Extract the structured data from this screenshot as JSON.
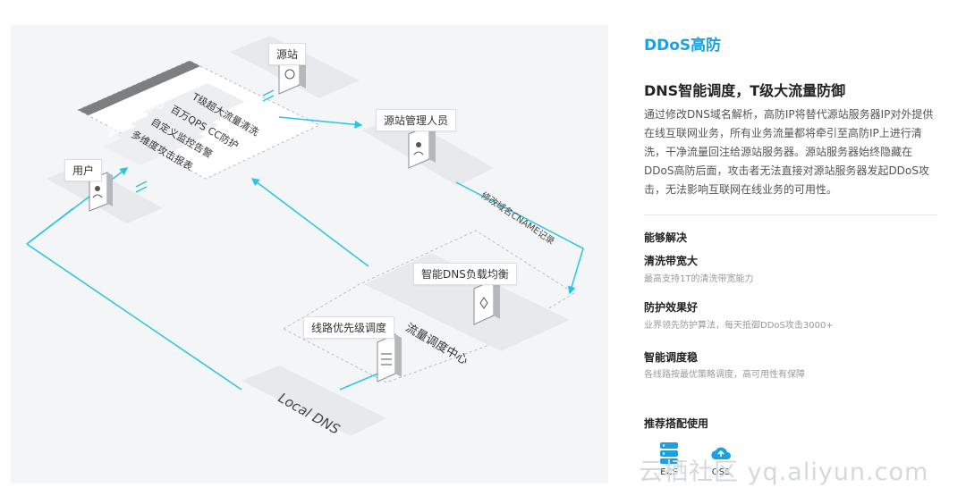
{
  "diagram": {
    "nodes": {
      "source_station": "源站",
      "source_admin": "源站管理人员",
      "user": "用户",
      "smart_dns": "智能DNS负载均衡",
      "line_priority": "线路优先级调度",
      "local_dns": "Local DNS"
    },
    "center": {
      "title": "高防清洗中心",
      "items": [
        "T级超大流量清洗",
        "百万QPS CC防护",
        "自定义监控告警",
        "多维度攻击报表"
      ]
    },
    "dispatch_center": "流量调度中心",
    "cname_label": "修改域名CNAME记录"
  },
  "panel": {
    "title": "DDoS高防",
    "subtitle": "DNS智能调度，T级大流量防御",
    "description": "通过修改DNS域名解析，高防IP将替代源站服务器IP对外提供在线互联网业务，所有业务流量都将牵引至高防IP上进行清洗，干净流量回注给源站服务器。源站服务器始终隐藏在DDoS高防后面，攻击者无法直接对源站服务器发起DDoS攻击，无法影响互联网在线业务的可用性。",
    "solves_heading": "能够解决",
    "features": [
      {
        "title": "清洗带宽大",
        "desc": "最高支持1T的清洗带宽能力"
      },
      {
        "title": "防护效果好",
        "desc": "业界领先防护算法，每天抵御DDoS攻击3000+"
      },
      {
        "title": "智能调度稳",
        "desc": "各线路按最优策略调度，高可用性有保障"
      }
    ],
    "recommend_heading": "推荐搭配使用",
    "products": [
      {
        "label": "ECS",
        "icon": "server-stack-icon"
      },
      {
        "label": "OSS",
        "icon": "cloud-upload-icon"
      }
    ]
  },
  "watermark": "云栖社区 yq.aliyun.com",
  "colors": {
    "accent": "#1ba1e2",
    "flow": "#2bc4e4",
    "dark_header": "#7d7e80"
  }
}
